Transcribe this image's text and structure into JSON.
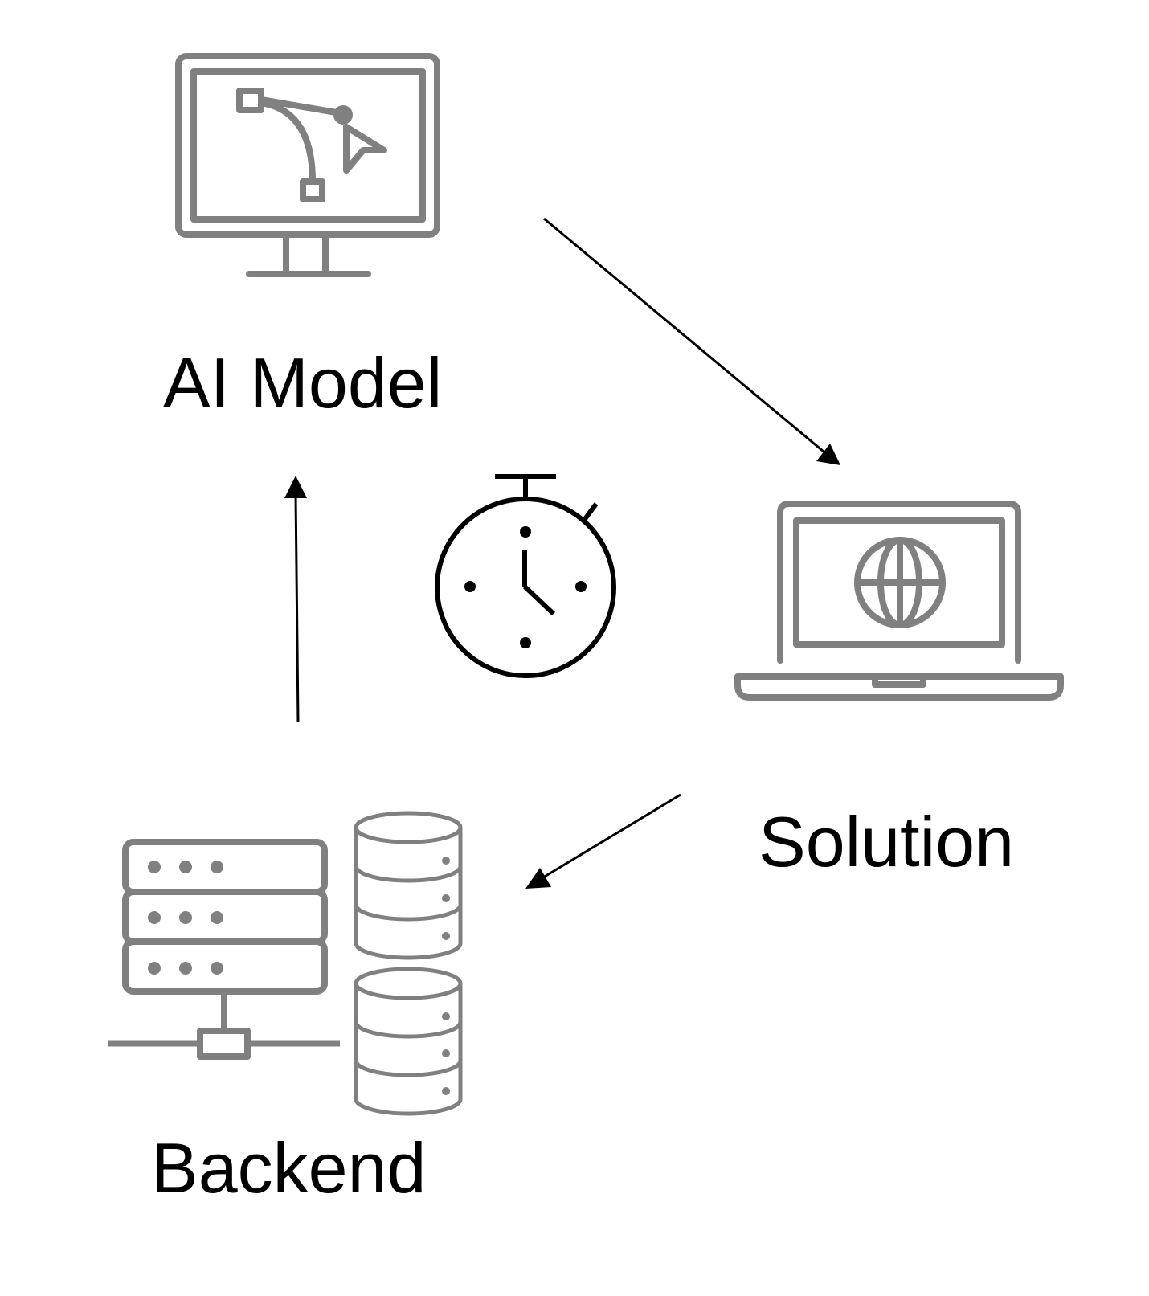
{
  "nodes": {
    "ai_model": {
      "label": "AI Model",
      "icon": "monitor-design-icon"
    },
    "solution": {
      "label": "Solution",
      "icon": "laptop-globe-icon"
    },
    "backend": {
      "label": "Backend",
      "icon": "server-database-icon"
    }
  },
  "center_icon": "stopwatch-icon",
  "edges": [
    {
      "from": "ai_model",
      "to": "solution"
    },
    {
      "from": "solution",
      "to": "backend"
    },
    {
      "from": "backend",
      "to": "ai_model"
    }
  ],
  "colors": {
    "icon": "#808080",
    "stopwatch": "#000000",
    "arrow": "#000000",
    "text": "#000000"
  }
}
